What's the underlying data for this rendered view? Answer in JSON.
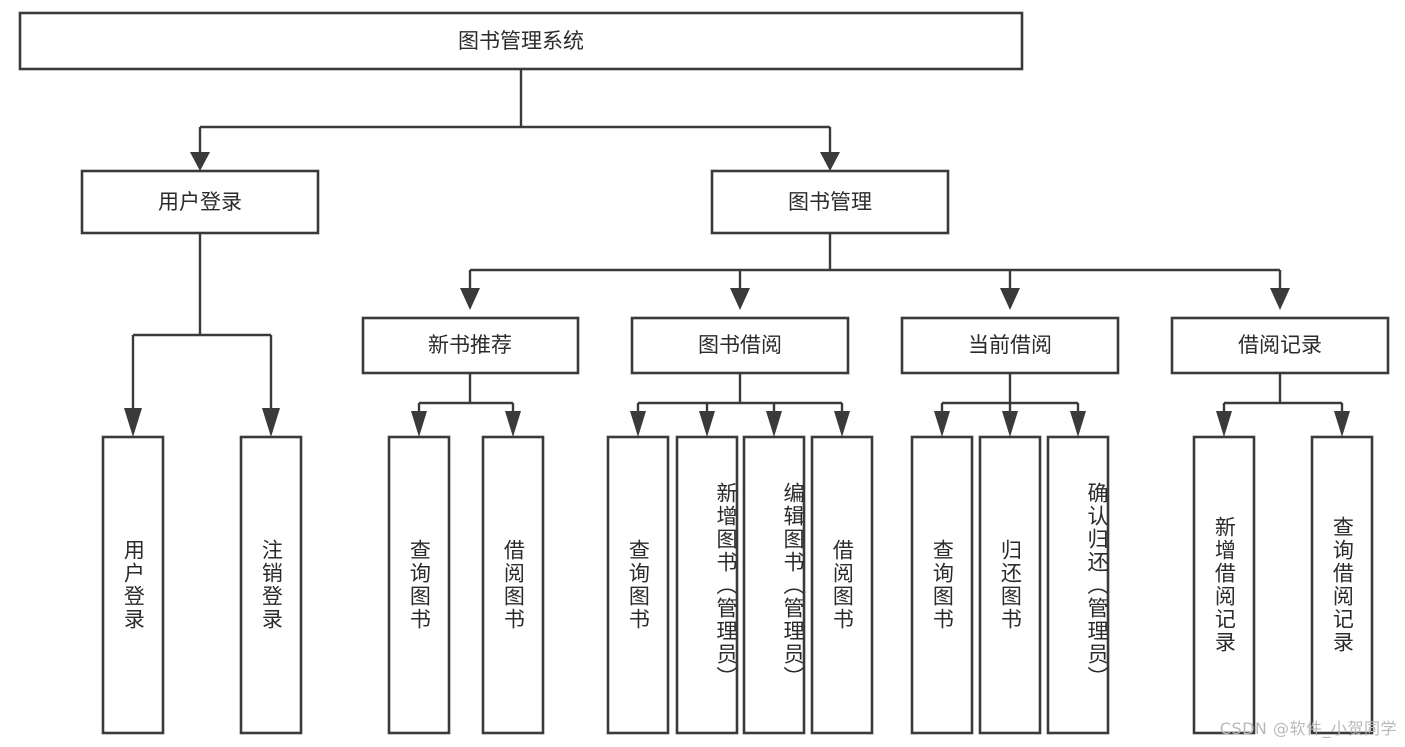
{
  "diagram": {
    "type": "tree-hierarchy",
    "orientation": "top-down",
    "watermark": "CSDN @软件_小贺同学",
    "colors": {
      "box_stroke": "#3a3a3a",
      "box_fill": "#ffffff",
      "connector": "#3a3a3a",
      "text": "#2b2b2b",
      "background": "#ffffff",
      "watermark": "#b9b9b9"
    },
    "root": {
      "label": "图书管理系统"
    },
    "level1": [
      {
        "label": "用户登录"
      },
      {
        "label": "图书管理"
      }
    ],
    "level2": [
      {
        "label": "新书推荐",
        "parent": "图书管理"
      },
      {
        "label": "图书借阅",
        "parent": "图书管理"
      },
      {
        "label": "当前借阅",
        "parent": "图书管理"
      },
      {
        "label": "借阅记录",
        "parent": "图书管理"
      }
    ],
    "leaves": {
      "user_login": [
        {
          "label": "用户登录"
        },
        {
          "label": "注销登录"
        }
      ],
      "new_book_recommend": [
        {
          "label": "查询图书"
        },
        {
          "label": "借阅图书"
        }
      ],
      "book_borrow": [
        {
          "label": "查询图书"
        },
        {
          "label": "新增图书（管理员）"
        },
        {
          "label": "编辑图书（管理员）"
        },
        {
          "label": "借阅图书"
        }
      ],
      "current_borrow": [
        {
          "label": "查询图书"
        },
        {
          "label": "归还图书"
        },
        {
          "label": "确认归还（管理员）"
        }
      ],
      "borrow_record": [
        {
          "label": "新增借阅记录"
        },
        {
          "label": "查询借阅记录"
        }
      ]
    }
  }
}
